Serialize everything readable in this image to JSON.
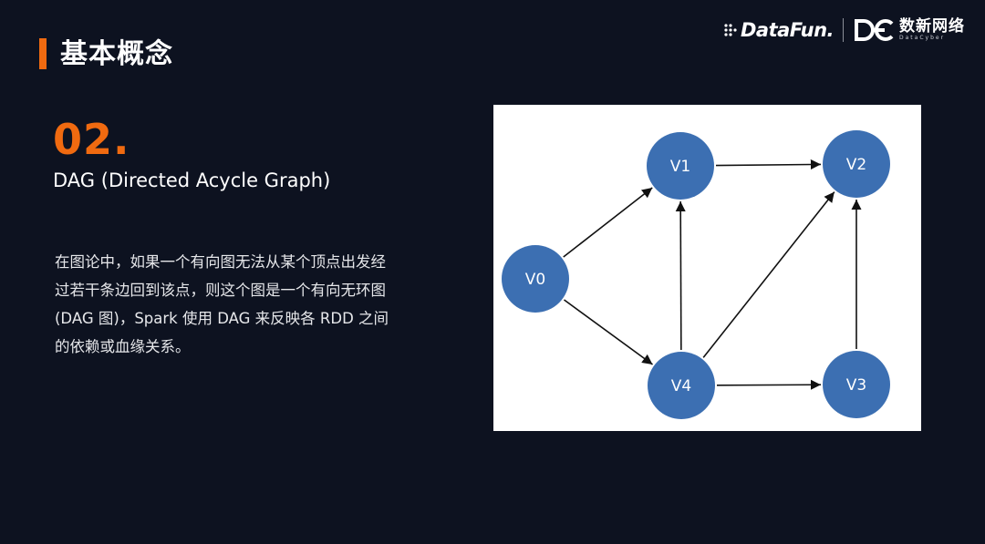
{
  "header": {
    "section_title": "基本概念",
    "logo_datafun": "DataFun.",
    "logo_dc_cn": "数新网络",
    "logo_dc_en": "DataCyber"
  },
  "content": {
    "section_number": "02.",
    "subtitle": "DAG (Directed Acycle Graph)",
    "description_lines": [
      "在图论中，如果一个有向图无法从某个顶点出发经",
      "过若干条边回到该点，则这个图是一个有向无环图",
      "(DAG 图)，Spark 使用 DAG 来反映各 RDD 之间",
      "的依赖或血缘关系。"
    ]
  },
  "diagram": {
    "node_color": "#3c6fb2",
    "nodes": [
      {
        "id": "V0",
        "label": "V0"
      },
      {
        "id": "V1",
        "label": "V1"
      },
      {
        "id": "V2",
        "label": "V2"
      },
      {
        "id": "V3",
        "label": "V3"
      },
      {
        "id": "V4",
        "label": "V4"
      }
    ],
    "edges": [
      {
        "from": "V0",
        "to": "V1"
      },
      {
        "from": "V0",
        "to": "V4"
      },
      {
        "from": "V1",
        "to": "V2"
      },
      {
        "from": "V4",
        "to": "V1"
      },
      {
        "from": "V4",
        "to": "V2"
      },
      {
        "from": "V4",
        "to": "V3"
      },
      {
        "from": "V3",
        "to": "V2"
      }
    ]
  }
}
